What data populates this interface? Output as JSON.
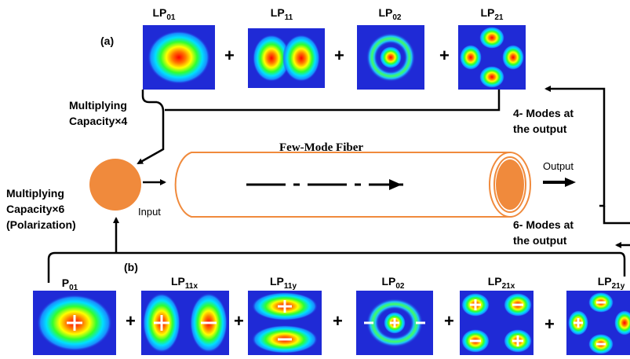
{
  "panel_a": {
    "tag": "(a)",
    "modes": [
      {
        "base": "LP",
        "sub": "01"
      },
      {
        "base": "LP",
        "sub": "11"
      },
      {
        "base": "LP",
        "sub": "02"
      },
      {
        "base": "LP",
        "sub": "21"
      }
    ],
    "plus": "+",
    "left_note": [
      "Multiplying",
      "Capacity×4"
    ],
    "right_note": [
      "4- Modes at",
      "the output"
    ]
  },
  "fiber": {
    "title": "Few-Mode Fiber",
    "input_label": "Input",
    "output_label": "Output"
  },
  "panel_b": {
    "tag": "(b)",
    "modes": [
      {
        "base": "P",
        "sub": "01"
      },
      {
        "base": "LP",
        "sub": "11x"
      },
      {
        "base": "LP",
        "sub": "11y"
      },
      {
        "base": "LP",
        "sub": "02"
      },
      {
        "base": "LP",
        "sub": "21x"
      },
      {
        "base": "LP",
        "sub": "21y"
      }
    ],
    "plus": "+",
    "left_note": [
      "Multiplying",
      "Capacity×6",
      "(Polarization)"
    ],
    "right_note": [
      "6- Modes at",
      "the output"
    ]
  },
  "colors": {
    "fiber_orange": "#f08a3c",
    "source_orange": "#f08a3c",
    "mode_background": "#1f2ad6"
  }
}
